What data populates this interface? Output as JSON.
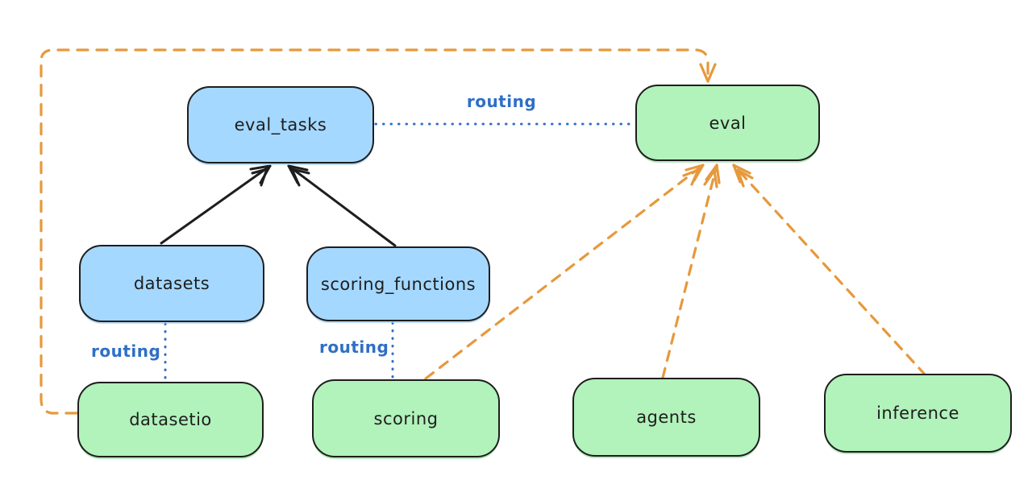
{
  "nodes": [
    {
      "id": "eval_tasks",
      "label": "eval_tasks",
      "fill": "#a5d8ff",
      "kind": "resource"
    },
    {
      "id": "eval",
      "label": "eval",
      "fill": "#b2f2bb",
      "kind": "api"
    },
    {
      "id": "datasets",
      "label": "datasets",
      "fill": "#a5d8ff",
      "kind": "resource"
    },
    {
      "id": "scoring_functions",
      "label": "scoring_functions",
      "fill": "#a5d8ff",
      "kind": "resource"
    },
    {
      "id": "datasetio",
      "label": "datasetio",
      "fill": "#b2f2bb",
      "kind": "api"
    },
    {
      "id": "scoring",
      "label": "scoring",
      "fill": "#b2f2bb",
      "kind": "api"
    },
    {
      "id": "agents",
      "label": "agents",
      "fill": "#b2f2bb",
      "kind": "api"
    },
    {
      "id": "inference",
      "label": "inference",
      "fill": "#b2f2bb",
      "kind": "api"
    }
  ],
  "edges": [
    {
      "from": "datasets",
      "to": "eval_tasks",
      "style": "solid-arrow",
      "color": "#1e1e1e",
      "label": ""
    },
    {
      "from": "scoring_functions",
      "to": "eval_tasks",
      "style": "solid-arrow",
      "color": "#1e1e1e",
      "label": ""
    },
    {
      "from": "eval_tasks",
      "to": "eval",
      "style": "dotted-line",
      "color": "#2f6fc6",
      "label": "routing"
    },
    {
      "from": "datasets",
      "to": "datasetio",
      "style": "dotted-line",
      "color": "#2f6fc6",
      "label": "routing"
    },
    {
      "from": "scoring_functions",
      "to": "scoring",
      "style": "dotted-line",
      "color": "#2f6fc6",
      "label": "routing"
    },
    {
      "from": "datasetio",
      "to": "eval",
      "style": "dashed-arrow",
      "color": "#e6993c",
      "label": ""
    },
    {
      "from": "scoring",
      "to": "eval",
      "style": "dashed-arrow",
      "color": "#e6993c",
      "label": ""
    },
    {
      "from": "agents",
      "to": "eval",
      "style": "dashed-arrow",
      "color": "#e6993c",
      "label": ""
    },
    {
      "from": "inference",
      "to": "eval",
      "style": "dashed-arrow",
      "color": "#e6993c",
      "label": ""
    }
  ],
  "colors": {
    "blue_node_fill": "#a5d8ff",
    "green_node_fill": "#b2f2bb",
    "node_stroke": "#1e1e1e",
    "routing_color": "#2f6fc6",
    "solid_arrow_color": "#1e1e1e",
    "dashed_arrow_color": "#e6993c",
    "background": "#ffffff"
  }
}
